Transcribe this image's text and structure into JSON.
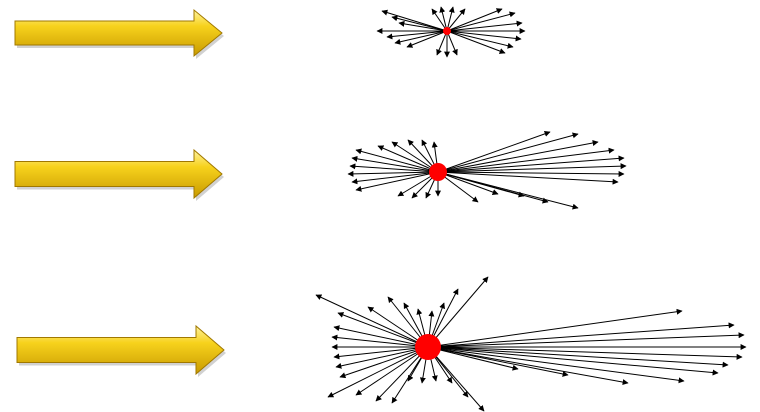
{
  "colors": {
    "arrow_fill_light": "#FFF3A0",
    "arrow_fill_mid": "#F7D21C",
    "arrow_fill_dark": "#C89A00",
    "arrow_edge": "#A07800",
    "source_fill": "#FF0000",
    "ray_color": "#000000"
  },
  "rows": [
    {
      "id": "row-1",
      "pointer_icon": "right-arrow-icon",
      "burst": "small-radial-burst"
    },
    {
      "id": "row-2",
      "pointer_icon": "right-arrow-icon",
      "burst": "medium-radial-burst"
    },
    {
      "id": "row-3",
      "pointer_icon": "right-arrow-icon",
      "burst": "large-radial-burst"
    }
  ]
}
